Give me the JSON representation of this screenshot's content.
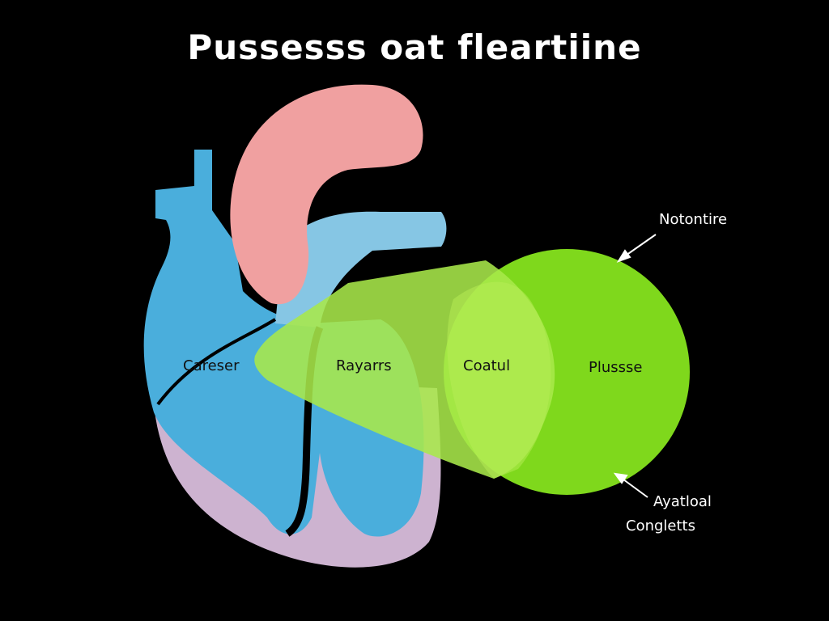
{
  "title": "Pussesss oat fleartiine",
  "colors": {
    "background": "#000000",
    "heart_blue": "#4aaedc",
    "vessel_light_blue": "#86c6e4",
    "arch_pink": "#f0a0a0",
    "lavender": "#cdb3d0",
    "lens_green": "#a8e84a",
    "circle_green": "#7fd81c"
  },
  "regions": [
    {
      "label": "Careser"
    },
    {
      "label": "Rayarrs"
    },
    {
      "label": "Coatul"
    },
    {
      "label": "Plussse"
    }
  ],
  "annotations": [
    {
      "text": "Notontire"
    },
    {
      "line1": "Ayatloal",
      "line2": "Congletts"
    }
  ]
}
